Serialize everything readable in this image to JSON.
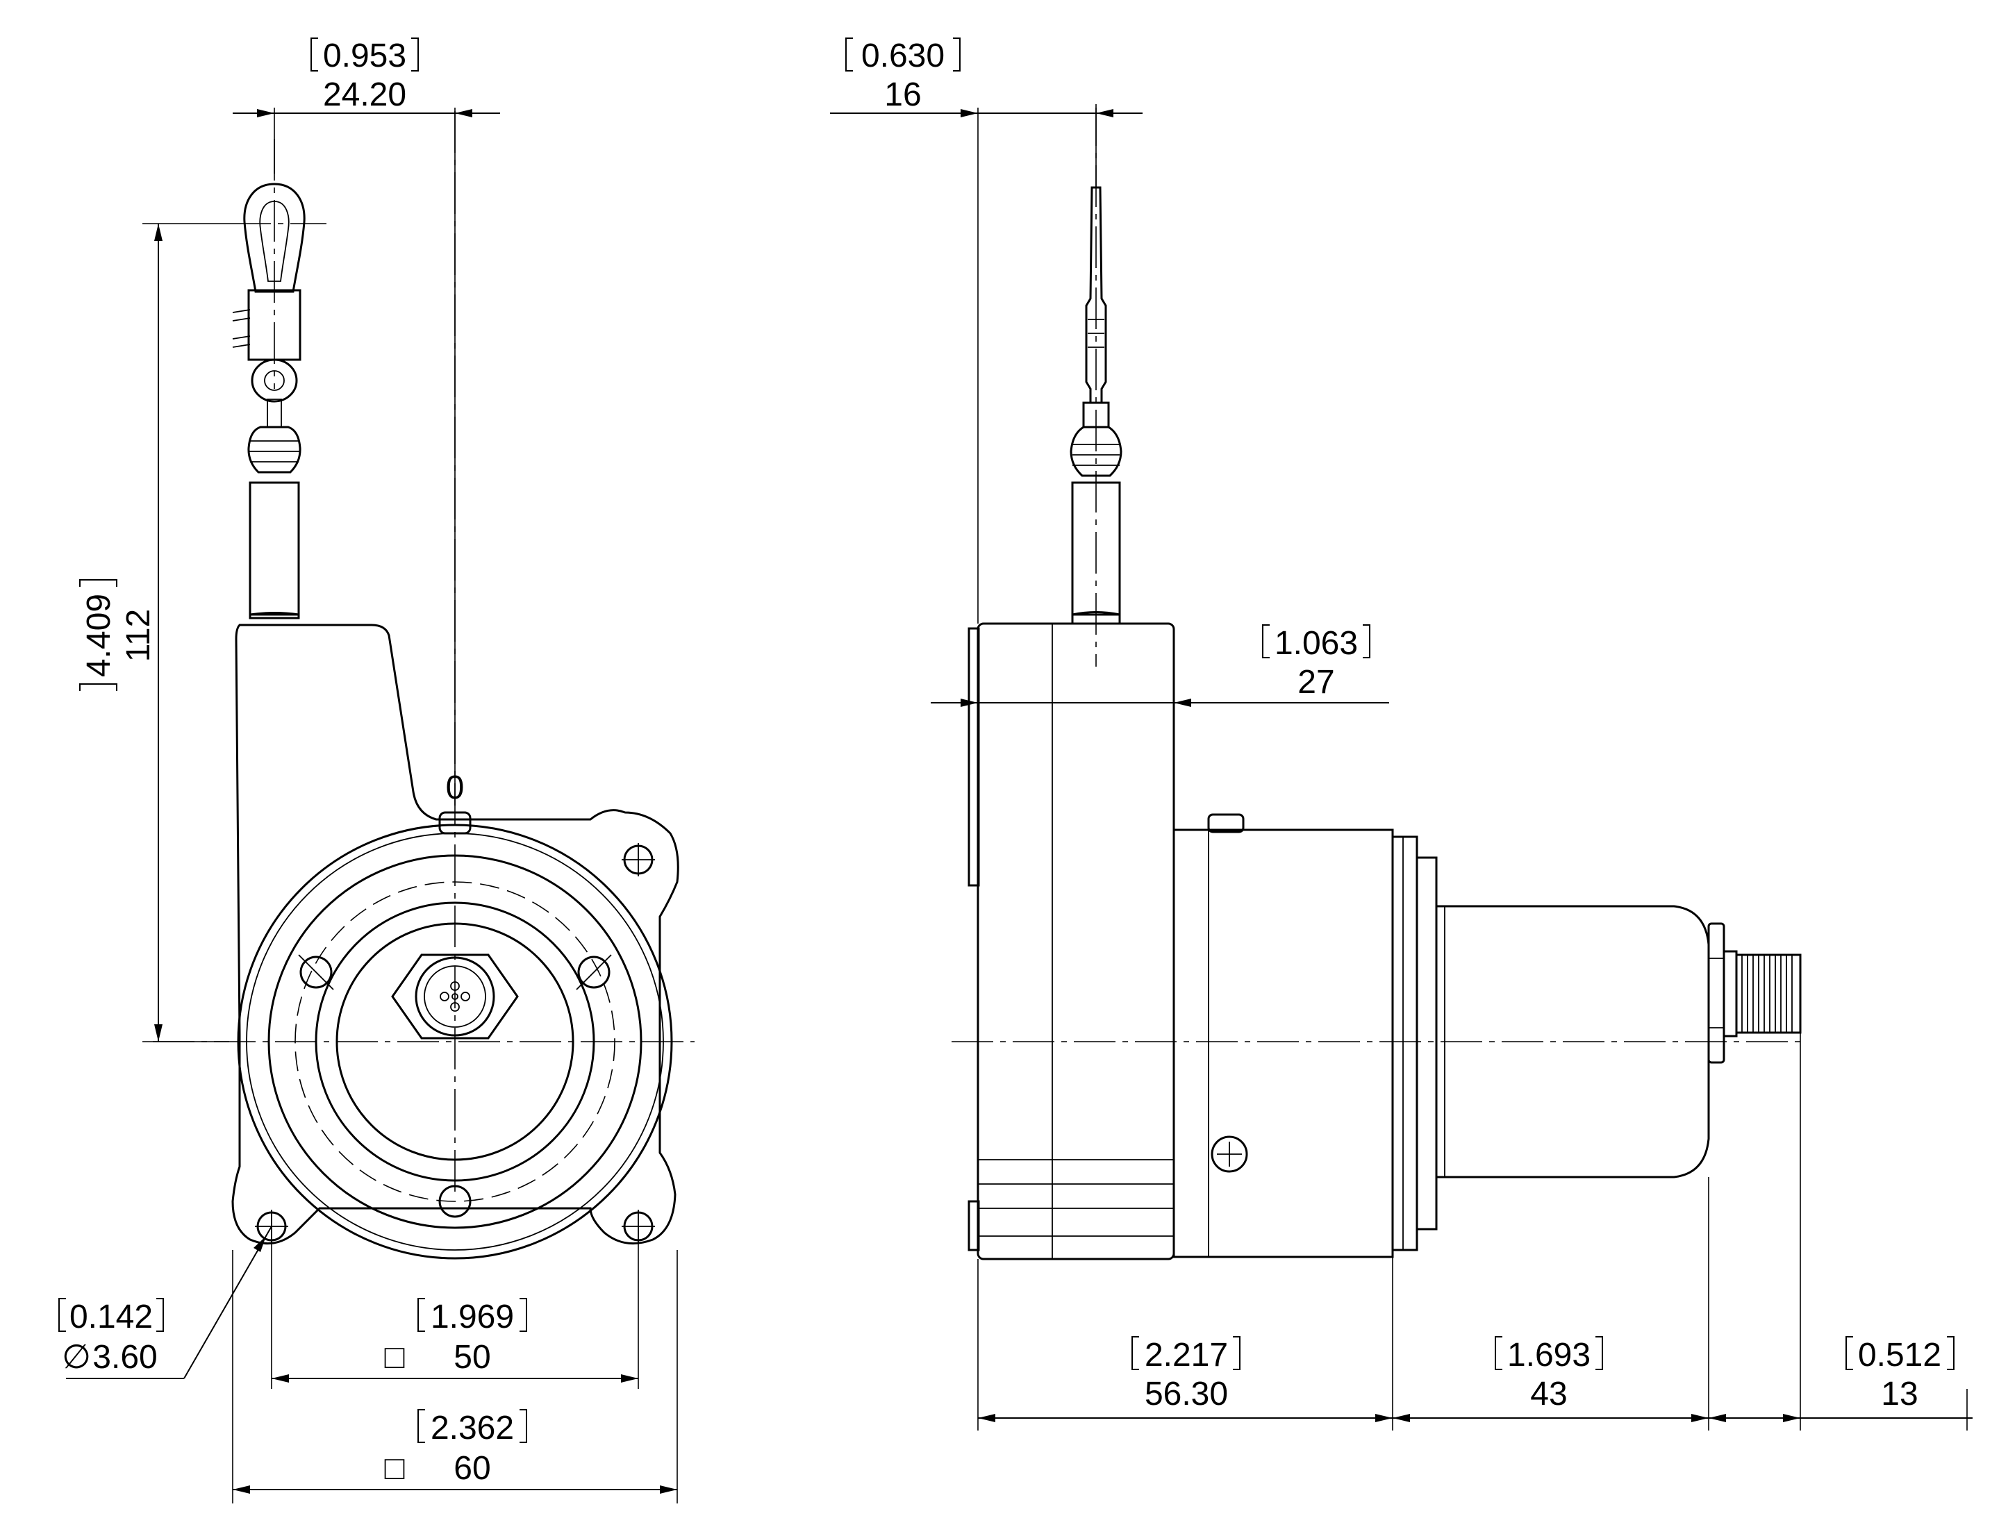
{
  "front_view": {
    "dim_cable_offset": {
      "inch": "0.953",
      "mm": "24.20"
    },
    "dim_height": {
      "inch": "4.409",
      "mm": "112"
    },
    "dim_hole_pattern": {
      "inch": "1.969",
      "mm": "50",
      "symbol": "□"
    },
    "dim_width": {
      "inch": "2.362",
      "mm": "60",
      "symbol": "□"
    },
    "dim_hole": {
      "inch": "0.142",
      "mm": "3.60",
      "symbol": "∅"
    },
    "zero_mark": "0"
  },
  "side_view": {
    "dim_cable_offset": {
      "inch": "0.630",
      "mm": "16"
    },
    "dim_housing_depth": {
      "inch": "1.063",
      "mm": "27"
    },
    "dim_body_length": {
      "inch": "2.217",
      "mm": "56.30"
    },
    "dim_encoder_length": {
      "inch": "1.693",
      "mm": "43"
    },
    "dim_connector_length": {
      "inch": "0.512",
      "mm": "13"
    }
  }
}
